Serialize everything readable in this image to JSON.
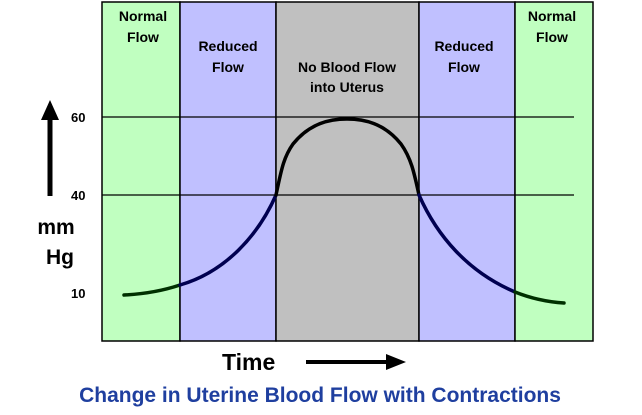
{
  "caption": "Change in Uterine Blood Flow with Contractions",
  "x_axis_label": "Time",
  "y_axis_unit": [
    "mm",
    "Hg"
  ],
  "y_ticks": [
    {
      "label": "60",
      "value": 60
    },
    {
      "label": "40",
      "value": 40
    },
    {
      "label": "10",
      "value": 10
    }
  ],
  "zones": [
    {
      "lines": [
        "Normal",
        "Flow"
      ],
      "color": "#c0ffc0"
    },
    {
      "lines": [
        "Reduced",
        "Flow"
      ],
      "color": "#c0c0ff"
    },
    {
      "lines": [
        "No Blood Flow",
        "into Uterus"
      ],
      "color": "#c0c0c0"
    },
    {
      "lines": [
        "Reduced",
        "Flow"
      ],
      "color": "#c0c0ff"
    },
    {
      "lines": [
        "Normal",
        "Flow"
      ],
      "color": "#c0ffc0"
    }
  ],
  "colors": {
    "caption": "#1f3f9f",
    "curve_reduced": "#000050",
    "curve_normal": "#003000",
    "curve_peak": "#000000",
    "gridline": "#000000"
  }
}
